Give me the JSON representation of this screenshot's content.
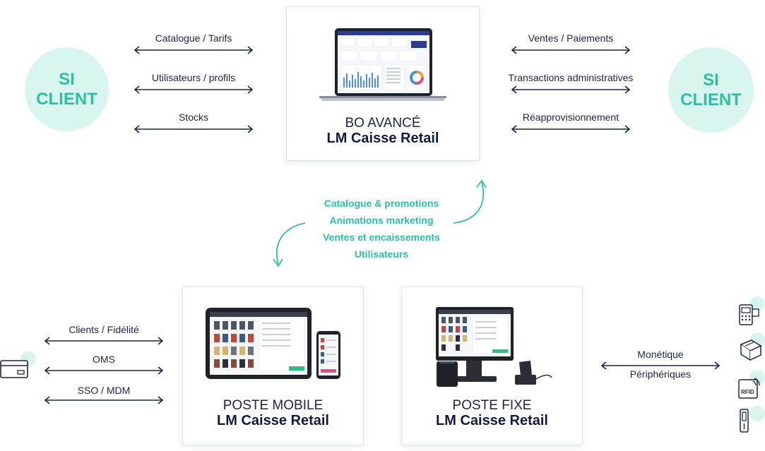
{
  "si_client_left": {
    "line1": "SI",
    "line2": "CLIENT"
  },
  "si_client_right": {
    "line1": "SI",
    "line2": "CLIENT"
  },
  "left_top_flows": [
    "Catalogue / Tarifs",
    "Utilisateurs / profils",
    "Stocks"
  ],
  "right_top_flows": [
    "Ventes / Paiements",
    "Transactions administratives",
    "Réapprovisionnement"
  ],
  "bo_card": {
    "title": "BO AVANCÉ",
    "subtitle": "LM Caisse Retail"
  },
  "sync_flows": [
    "Catalogue & promotions",
    "Animations marketing",
    "Ventes et encaissements",
    "Utilisateurs"
  ],
  "mobile_card": {
    "title": "POSTE MOBILE",
    "subtitle": "LM Caisse Retail"
  },
  "fixe_card": {
    "title": "POSTE FIXE",
    "subtitle": "LM Caisse Retail"
  },
  "left_bottom_flows": [
    "Clients / Fidélité",
    "OMS",
    "SSO / MDM"
  ],
  "right_bottom_flows": [
    "Monétique",
    "Périphériques"
  ],
  "peripheral_icons": [
    "payment-terminal-icon",
    "receipt-printer-icon",
    "rfid-reader-icon",
    "barcode-scanner-icon"
  ],
  "card_icon": "credit-card-icon",
  "colors": {
    "teal": "#2fbfa0",
    "teal_light": "#d8f6ef",
    "navy": "#1c2442"
  }
}
